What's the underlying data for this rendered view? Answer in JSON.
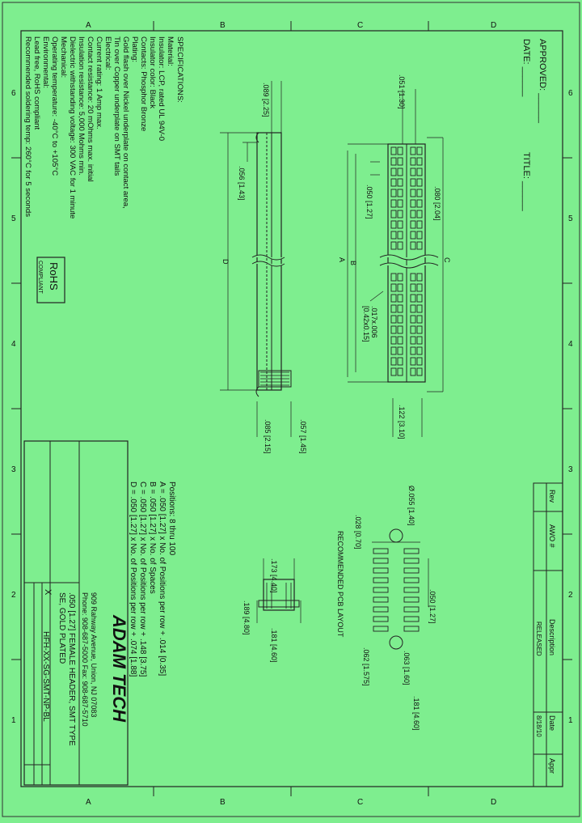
{
  "zone_numbers": [
    "6",
    "5",
    "4",
    "3",
    "2",
    "1"
  ],
  "zone_letters": [
    "A",
    "B",
    "C",
    "D"
  ],
  "approvals": {
    "approved": "APPROVED: ______",
    "date": "DATE: ______",
    "title": "TITLE: ______"
  },
  "rev_table": {
    "headers": [
      "Rev",
      "AWO #",
      "Description",
      "Date",
      "Appr"
    ],
    "row": [
      "",
      "",
      "RELEASED",
      "8/18/10",
      ""
    ]
  },
  "specifications": {
    "title": "SPECIFICATIONS:",
    "lines": [
      "Material:",
      "Insulator: LCP, rated UL 94V-0",
      "Insulator color: Black",
      "Contacts: Phosphor Bronze",
      "Plating:",
      "Gold flash over Nickel underplate on contact area,",
      "Tin over Copper underplate on SMT tails",
      "Electrical:",
      "Current rating: 1 Amp max.",
      "Contact resistance: 20 mOhms max. initial",
      "Insulation resistance: 5,000 Mohms min.",
      "Dielectric withstanding voltage: 300 VAC for 1 minute",
      "Mechanical:",
      "Operating temperature: -40°C to +105°C",
      "Environmental:",
      "Lead free, RoHS compliant",
      "Recommended soldering temp: 260°C for 5 seconds"
    ],
    "rohs": "RoHS",
    "compliant": "COMPLIANT"
  },
  "dimensions": {
    "d_089": ".089 [2.25]",
    "d_056": ".056 [1.43]",
    "d_057": ".057 [1.45]",
    "d_085": ".085 [2.15]",
    "d_051": ".051 [1.30]",
    "d_080": ".080 [2.04]",
    "d_050": ".050 [1.27]",
    "d_017": ".017x.006",
    "d_042": "[0.42x0.15]",
    "d_122": ".122 [3.10]",
    "d_173": ".173 [4.40]",
    "d_189": ".189 [4.80]",
    "d_181": ".181 [4.60]",
    "d_055": "Ø.055 [1.40]",
    "d_028": ".028 [0.70]",
    "d_050b": ".050 [1.27]",
    "d_063": ".063 [1.60]",
    "d_062": ".062 [1.575]",
    "d_181b": ".181 [4.60]",
    "a": "A",
    "b": "B",
    "c": "C",
    "d": "D"
  },
  "positions": {
    "title": "Positions: 8 thru 100",
    "a": "A = .050 [1.27] x No. of Positions per row + .014 [0.35]",
    "b": "B = .050 [1.27] x No. of Spaces",
    "c": "C = .050 [1.27] x No. of Positions per row + .148 [3.75]",
    "d": "D = .050 [1.27] x No. of Positions per row + .074 [1.88]"
  },
  "pcb_label": "RECOMMENDED PCB LAYOUT",
  "title_block": {
    "company": "ADAM TECH",
    "address": "909 Rahway Avenue, Union, NJ 07083",
    "phone": "Phone: 908-687-5000  Fax: 908-687-5710",
    "desc1": ".050 [1.27] FEMALE HEADER, SMT TYPE",
    "desc2": "SE, GOLD PLATED",
    "part": "HFH-XX-SG-SMT-NP-BL",
    "x": "X"
  }
}
